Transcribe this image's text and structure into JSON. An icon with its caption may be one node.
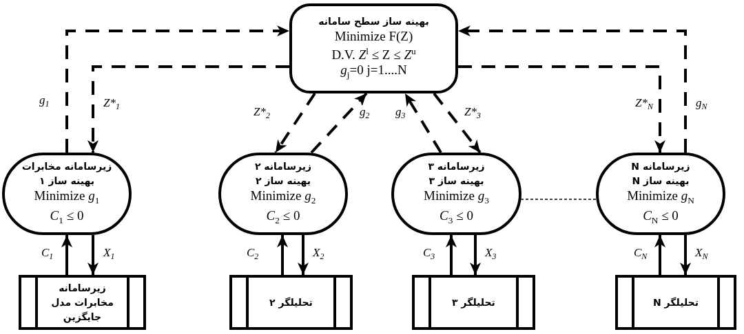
{
  "diagram": {
    "nodes": [
      {
        "text": [
          "بهینه ساز سطح سامانه",
          "Minimize F(Z)",
          "D.V. *Z*$^{l}$ ≤ Z ≤ *Z*$^{u}$",
          "*g*$_{j}$=0   j=1....N"
        ]
      },
      {
        "text": [
          "زیرسامانه مخابرات",
          "بهینه ساز ۱",
          "Minimize *g*$_{1}$",
          "*C*$_{1}$ ≤ 0"
        ]
      },
      {
        "text": [
          "زیرسامانه ۲",
          "بهینه ساز ۲",
          "Minimize *g*$_{2}$",
          "*C*$_{2}$ ≤ 0"
        ]
      },
      {
        "text": [
          "زیرسامانه ۳",
          "بهینه ساز ۳",
          "Minimize *g*$_{3}$",
          "*C*$_{3}$ ≤ 0"
        ]
      },
      {
        "text": [
          "زیرسامانه N",
          "بهینه ساز N",
          "Minimize *g*$_{N}$",
          "*C*$_{N}$ ≤ 0"
        ]
      },
      {
        "text": [
          "زیرسامانه مخابرات مدل جایگزین"
        ]
      },
      {
        "text": [
          "تحلیلگر ۲"
        ]
      },
      {
        "text": [
          "تحلیلگر ۳"
        ]
      },
      {
        "text": [
          "تحلیلگر N"
        ]
      }
    ],
    "edges": [
      {
        "from": 1,
        "to": 0,
        "arrow": "to",
        "label": "g$_{1}$",
        "style": "dashed"
      },
      {
        "from": 0,
        "to": 1,
        "arrow": "to",
        "label": "Z*$_{1}$",
        "style": "dashed"
      },
      {
        "from": 0,
        "to": 2,
        "arrow": "to",
        "label": "Z*$_{2}$",
        "style": "dashed"
      },
      {
        "from": 2,
        "to": 0,
        "arrow": "to",
        "label": "g$_{2}$",
        "style": "dashed"
      },
      {
        "from": 3,
        "to": 0,
        "arrow": "to",
        "label": "g$_{3}$",
        "style": "dashed"
      },
      {
        "from": 0,
        "to": 3,
        "arrow": "to",
        "label": "Z*$_{3}$",
        "style": "dashed"
      },
      {
        "from": 0,
        "to": 4,
        "arrow": "to",
        "label": "Z*$_{N}$",
        "style": "dashed"
      },
      {
        "from": 4,
        "to": 0,
        "arrow": "to",
        "label": "g$_{N}$",
        "style": "dashed"
      },
      {
        "from": 5,
        "to": 1,
        "arrow": "to",
        "label": "C$_{1}$"
      },
      {
        "from": 1,
        "to": 5,
        "arrow": "to",
        "label": "X$_{1}$"
      },
      {
        "from": 6,
        "to": 2,
        "arrow": "to",
        "label": "C$_{2}$"
      },
      {
        "from": 2,
        "to": 6,
        "arrow": "to",
        "label": "X$_{2}$"
      },
      {
        "from": 7,
        "to": 3,
        "arrow": "to",
        "label": "C$_{3}$"
      },
      {
        "from": 3,
        "to": 7,
        "arrow": "to",
        "label": "X$_{3}$"
      },
      {
        "from": 8,
        "to": 4,
        "arrow": "to",
        "label": "C$_{N}$"
      },
      {
        "from": 4,
        "to": 8,
        "arrow": "to",
        "label": "X$_{N}$"
      },
      {
        "from": 3,
        "to": 4,
        "arrow": "none",
        "style": "dashed"
      }
    ]
  }
}
